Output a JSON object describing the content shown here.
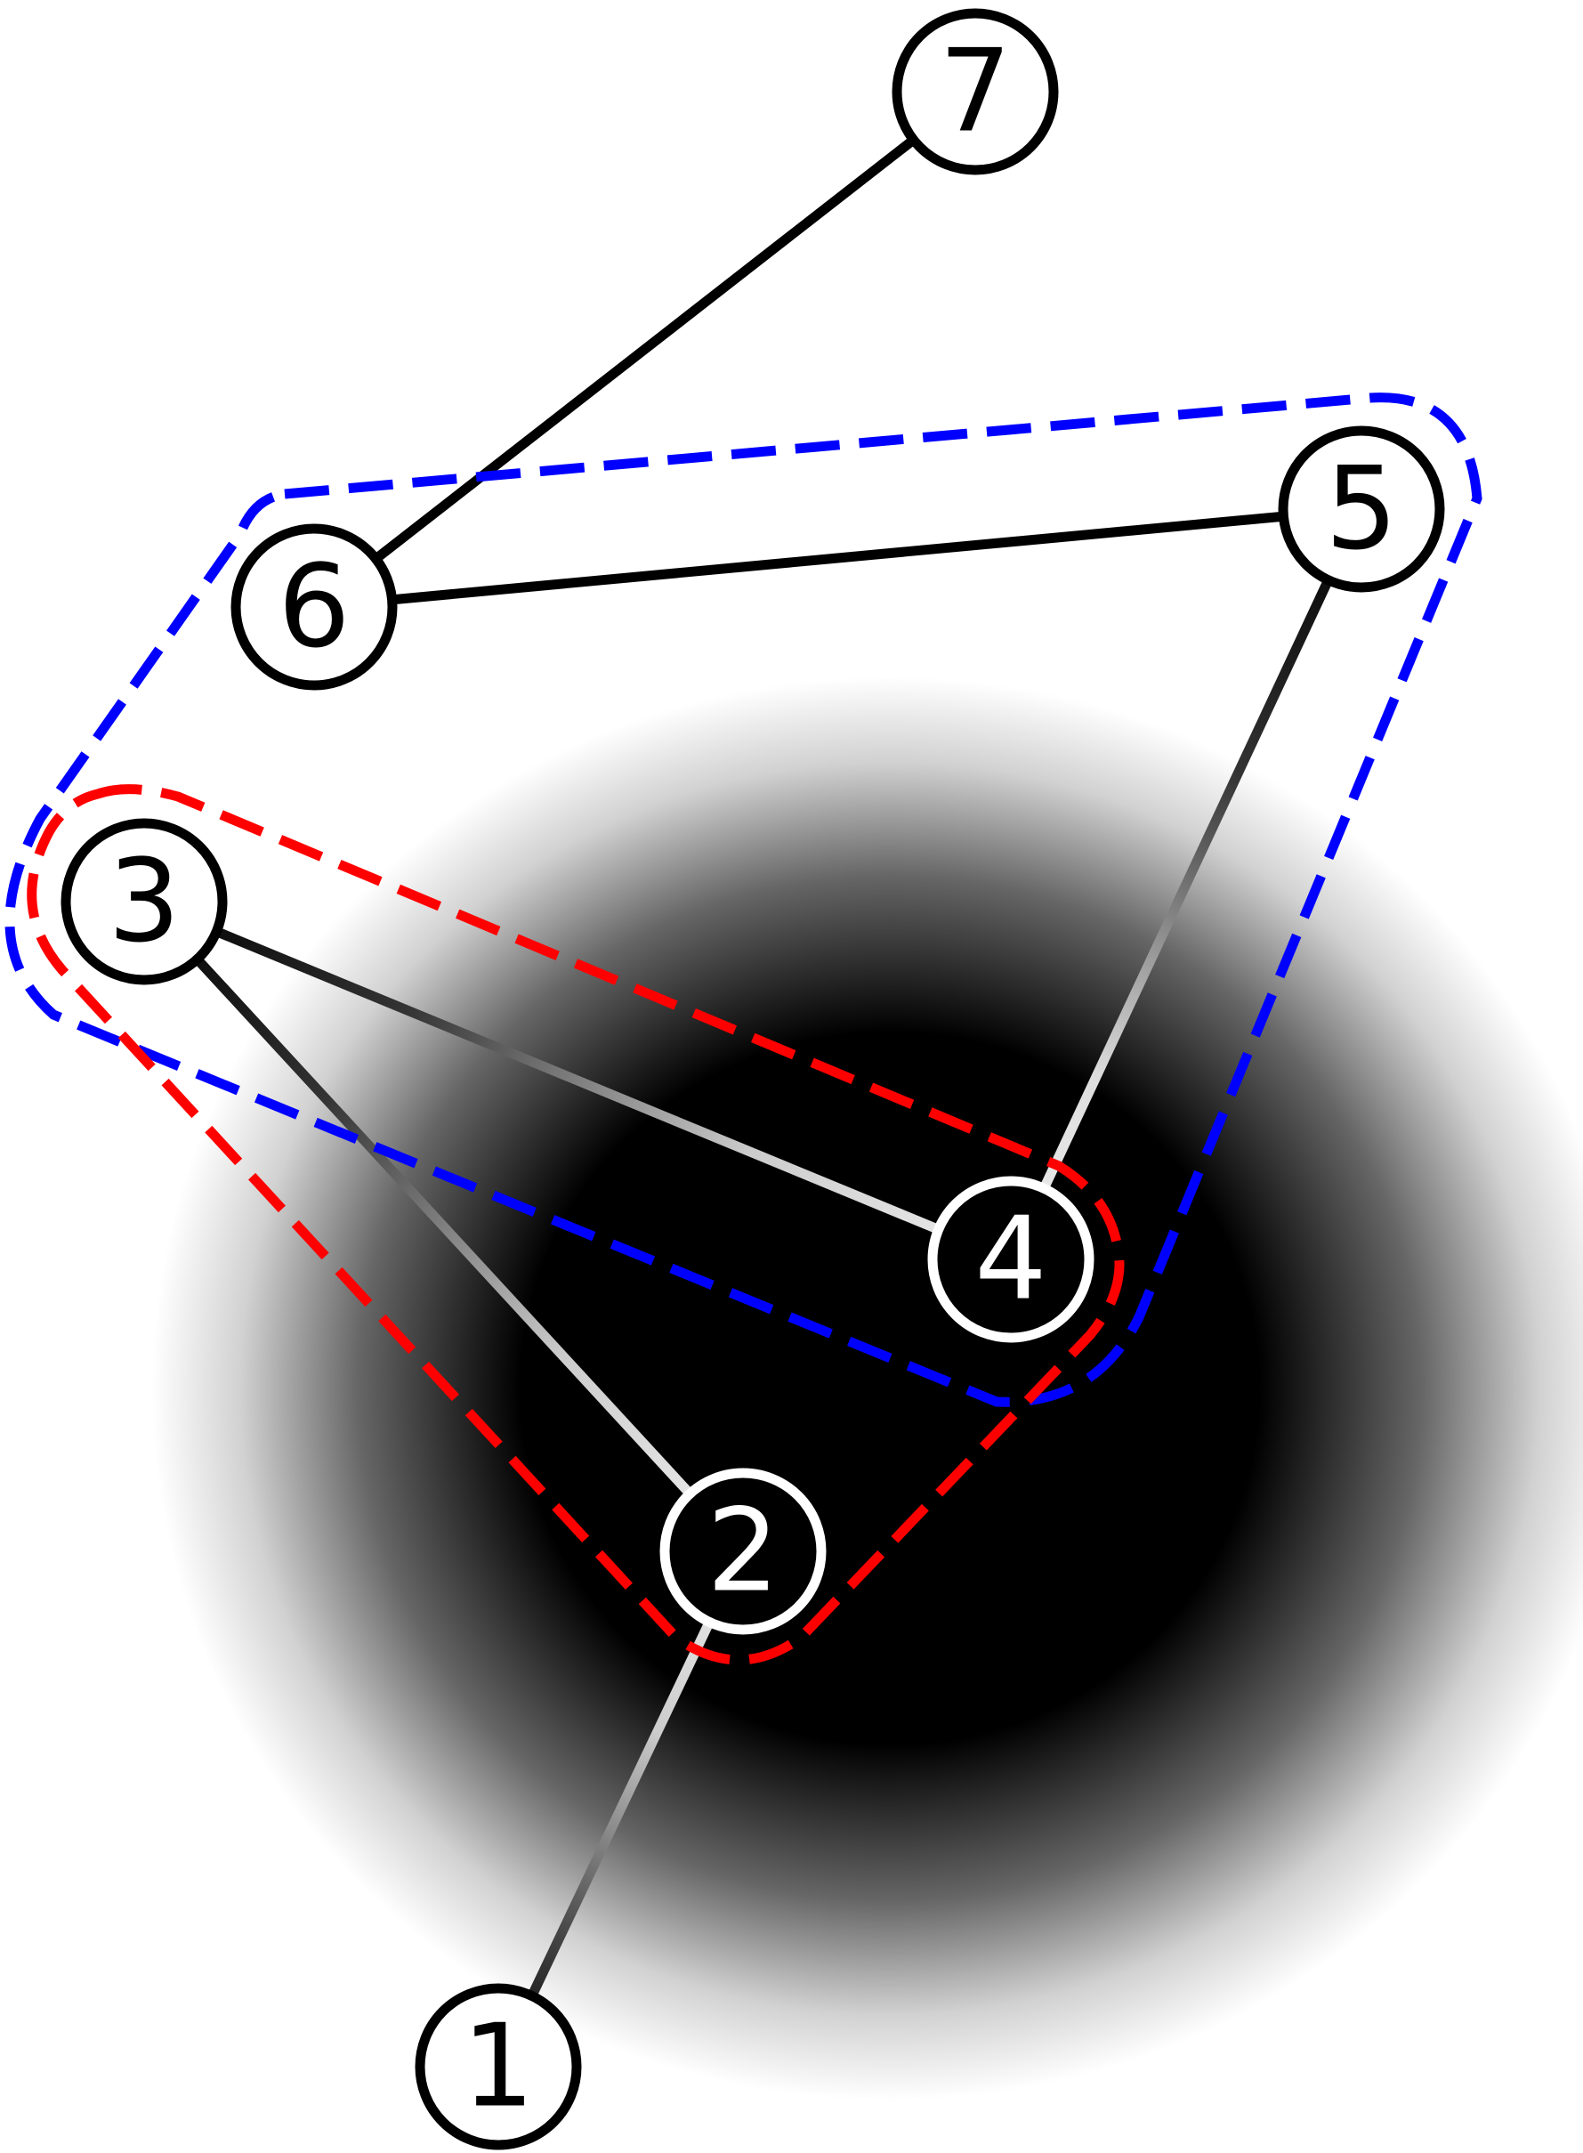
{
  "diagram": {
    "nodes": [
      {
        "id": "1",
        "label": "1"
      },
      {
        "id": "2",
        "label": "2"
      },
      {
        "id": "3",
        "label": "3"
      },
      {
        "id": "4",
        "label": "4"
      },
      {
        "id": "5",
        "label": "5"
      },
      {
        "id": "6",
        "label": "6"
      },
      {
        "id": "7",
        "label": "7"
      }
    ],
    "edges": [
      {
        "from": "7",
        "to": "6"
      },
      {
        "from": "6",
        "to": "5"
      },
      {
        "from": "5",
        "to": "4"
      },
      {
        "from": "3",
        "to": "4"
      },
      {
        "from": "3",
        "to": "2"
      },
      {
        "from": "2",
        "to": "1"
      }
    ],
    "groups": [
      {
        "members": [
          "6",
          "5",
          "4",
          "3"
        ],
        "color": "#0000ff"
      },
      {
        "members": [
          "3",
          "4",
          "2"
        ],
        "color": "#ff0000"
      }
    ],
    "colors": {
      "node_stroke_outside": "#000000",
      "node_stroke_inside": "#ffffff",
      "edge_dark": "#000000",
      "edge_light": "#dddddd",
      "background": "#ffffff",
      "shadow": "#000000"
    }
  }
}
